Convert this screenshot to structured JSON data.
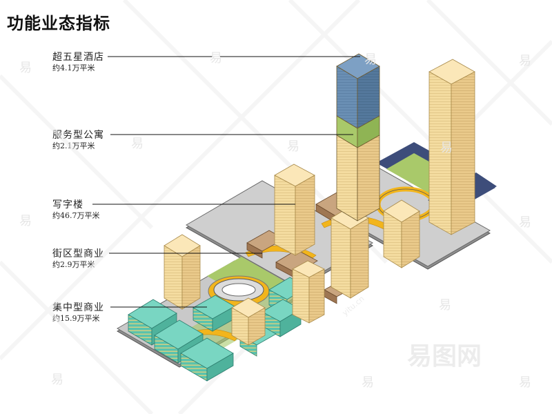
{
  "title": "功能业态指标",
  "items": [
    {
      "name": "超五星酒店",
      "area": "约4.1万平米"
    },
    {
      "name": "服务型公寓",
      "area": "约2.1万平米"
    },
    {
      "name": "写字楼",
      "area": "约46.7万平米"
    },
    {
      "name": "街区型商业",
      "area": "约2.9万平米"
    },
    {
      "name": "集中型商业",
      "area": "约15.9万平米"
    }
  ],
  "colors": {
    "hotel": "#6a8fb4",
    "apartment": "#a9c96a",
    "office": "#f4dca0",
    "street_retail": "#b88b66",
    "mall": "#5ac3ad",
    "podium": "#8c8c8c",
    "accent": "#f2b51c"
  },
  "watermark": {
    "glyph": "易",
    "brand": "易图网",
    "url": "yitu.cn"
  }
}
